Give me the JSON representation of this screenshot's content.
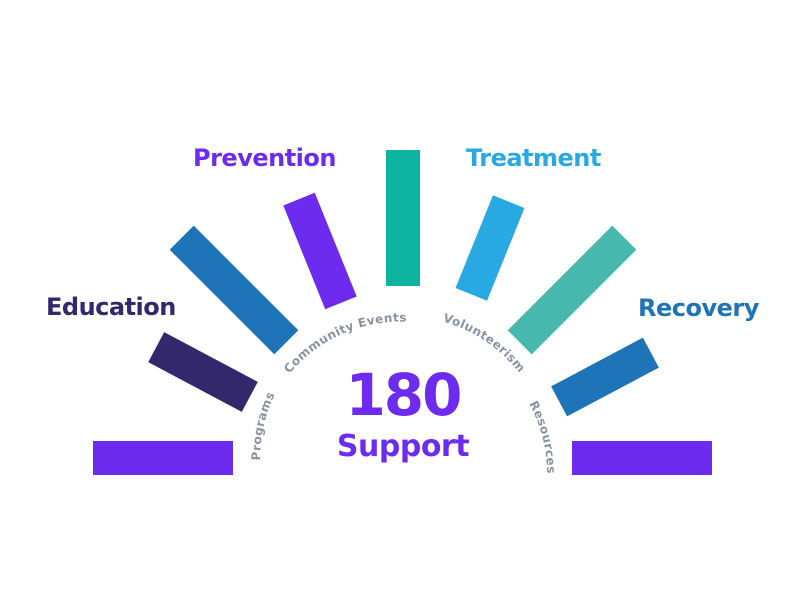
{
  "center": {
    "number": "180",
    "word": "Support",
    "color": "#6c2bee"
  },
  "categories": [
    {
      "id": "education",
      "label": "Education",
      "color": "#33286c"
    },
    {
      "id": "prevention",
      "label": "Prevention",
      "color": "#6c2bee"
    },
    {
      "id": "treatment",
      "label": "Treatment",
      "color": "#29a9e1"
    },
    {
      "id": "recovery",
      "label": "Recovery",
      "color": "#1f74b8"
    }
  ],
  "arc_labels": [
    {
      "id": "programs",
      "label": "Programs"
    },
    {
      "id": "community-events",
      "label": "Community Events"
    },
    {
      "id": "volunteerism",
      "label": "Volunteerism"
    },
    {
      "id": "resources",
      "label": "Resources"
    }
  ],
  "rays": [
    {
      "color": "#6c2bee"
    },
    {
      "color": "#33286c"
    },
    {
      "color": "#1f74b8"
    },
    {
      "color": "#6c2bee"
    },
    {
      "color": "#0db5a0"
    },
    {
      "color": "#29a9e1"
    },
    {
      "color": "#46b8ad"
    },
    {
      "color": "#1f74b8"
    },
    {
      "color": "#6c2bee"
    }
  ]
}
